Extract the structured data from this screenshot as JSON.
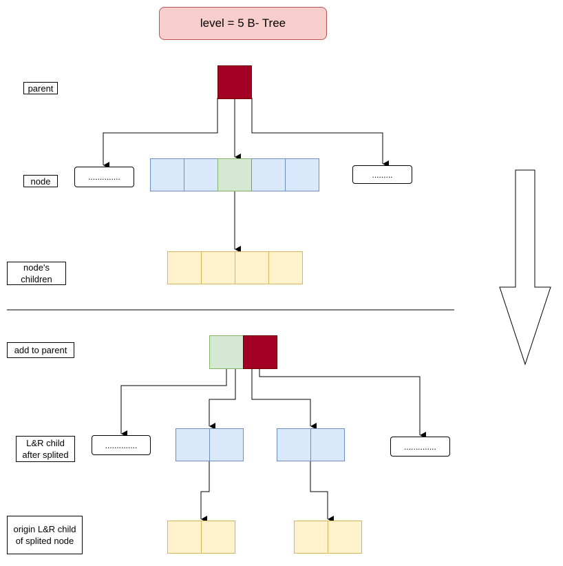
{
  "title": "level = 5  B- Tree",
  "labels": {
    "parent": "parent",
    "node": "node",
    "children": "node's\nchildren",
    "add_to_parent": "add to parent",
    "lr_child": "L&R child\nafter splited",
    "origin_child": "origin L&R child\nof splited node"
  },
  "placeholders": {
    "top_left": "..............",
    "top_right": ".........",
    "bottom_left": "..............",
    "bottom_right": ".............."
  },
  "colors": {
    "red": "#a20025",
    "blue": "#dae8fc",
    "green": "#d5e8d4",
    "yellow": "#fff2cc",
    "title_fill": "#f8cecc"
  }
}
